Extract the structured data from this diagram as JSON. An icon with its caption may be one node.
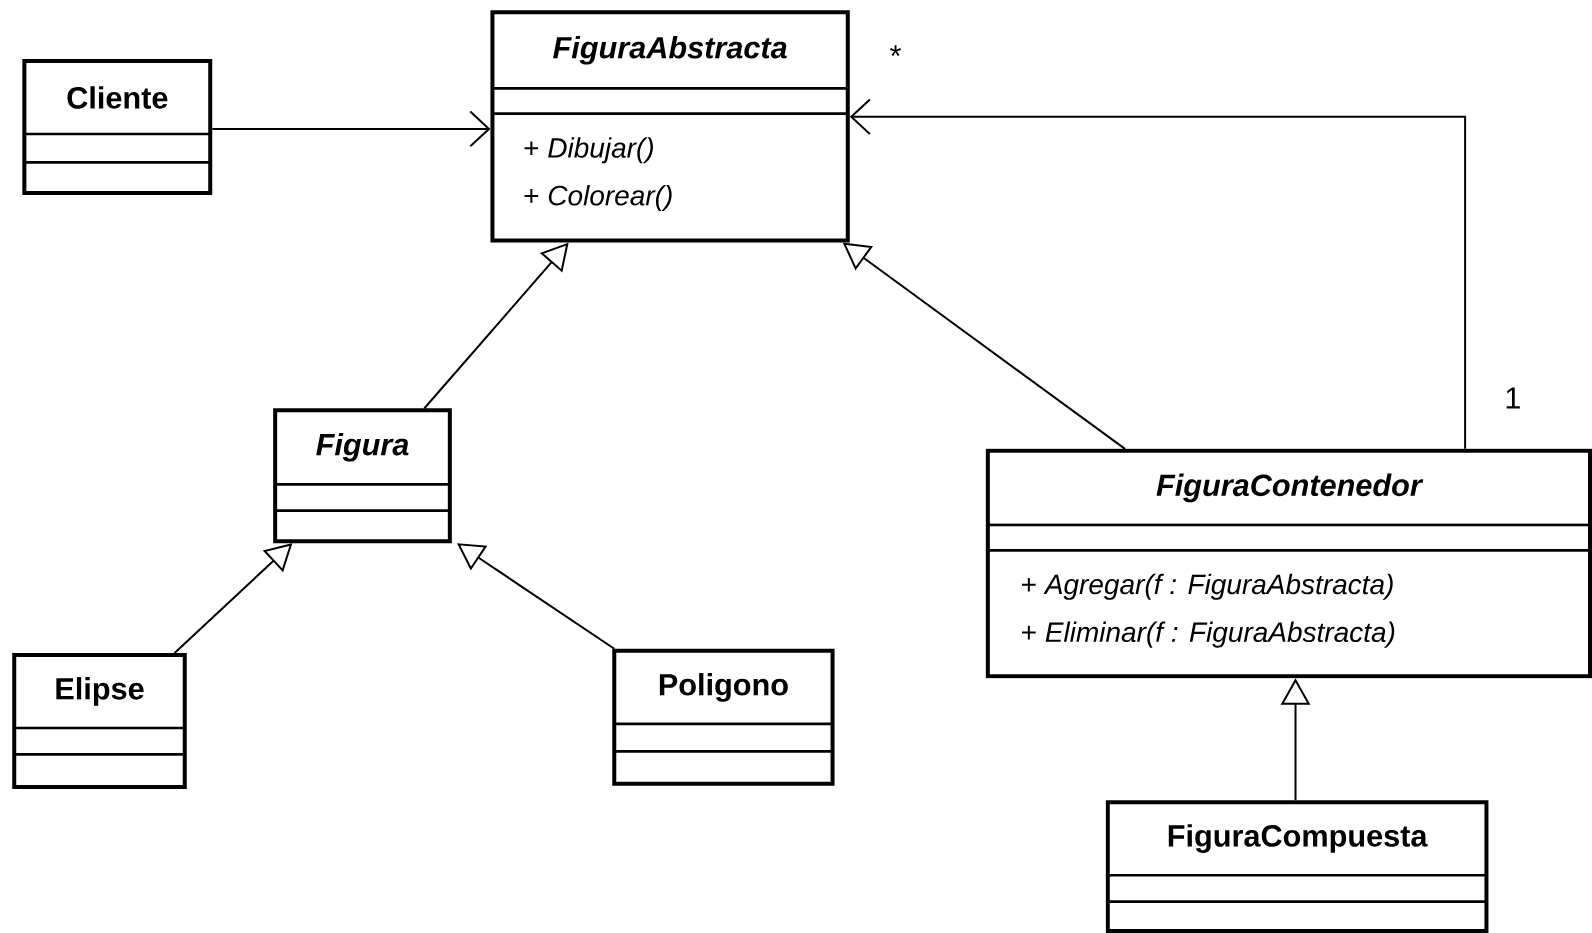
{
  "diagram": {
    "nodes": [
      {
        "text": [
          "Cliente"
        ]
      },
      {
        "text": [
          "FiguraAbstracta",
          "+ *Dibujar()*",
          "+ *Colorear()*"
        ]
      },
      {
        "text": [
          "Figura"
        ]
      },
      {
        "text": [
          "FiguraContenedor",
          "+ *Agregar(f : FiguraAbstracta)*",
          "+ *Eliminar(f : FiguraAbstracta)*"
        ]
      },
      {
        "text": [
          "Elipse"
        ]
      },
      {
        "text": [
          "Poligono"
        ]
      },
      {
        "text": [
          "FiguraCompuesta"
        ]
      }
    ],
    "edges": [
      {
        "from": 0,
        "to": 1,
        "arrow": "to"
      },
      {
        "from": 2,
        "to": 1,
        "arrow": "to"
      },
      {
        "from": 3,
        "to": 1,
        "arrow": "to"
      },
      {
        "from": 3,
        "to": 1,
        "arrow": "to"
      },
      {
        "from": 4,
        "to": 2,
        "arrow": "to"
      },
      {
        "from": 5,
        "to": 2,
        "arrow": "to"
      },
      {
        "from": 6,
        "to": 3,
        "arrow": "to"
      }
    ],
    "labels": [
      "*",
      "1"
    ]
  }
}
